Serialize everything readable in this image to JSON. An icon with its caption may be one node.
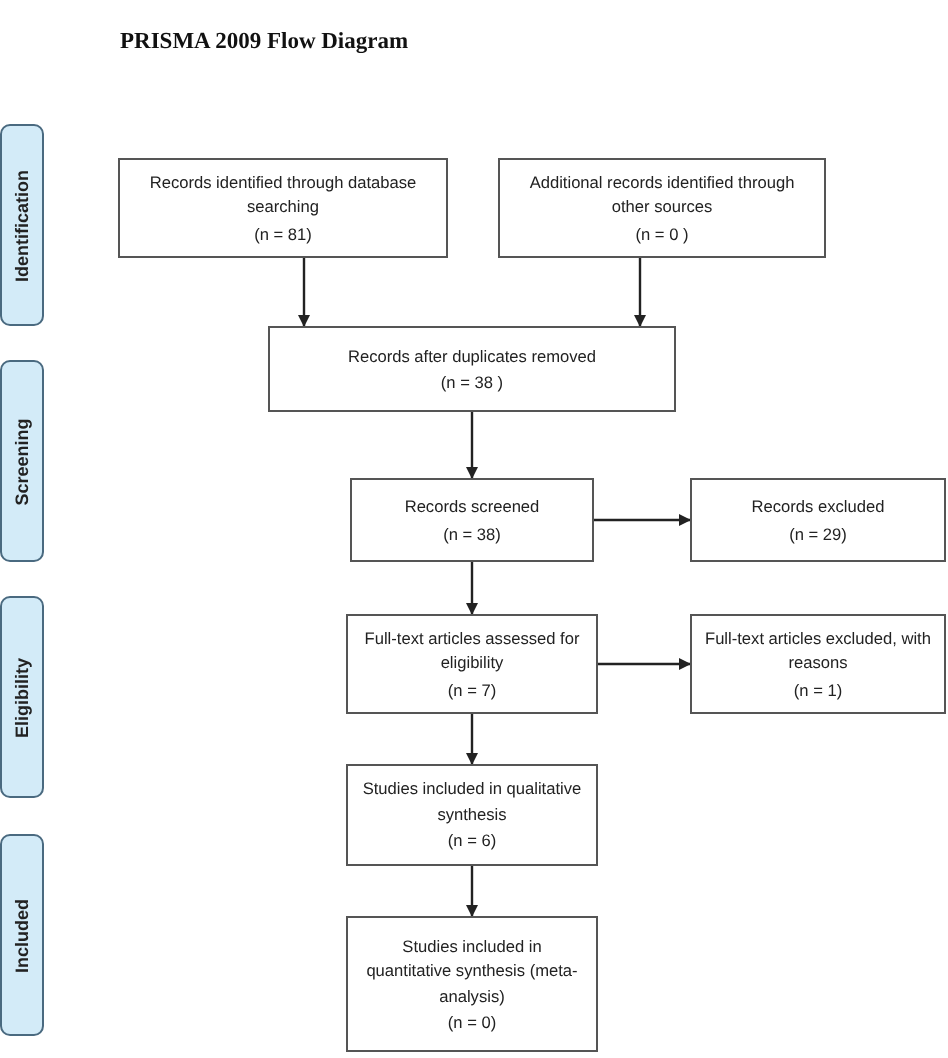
{
  "diagram": {
    "title": "PRISMA 2009 Flow Diagram",
    "nodes": [
      {
        "text": [
          "Identification"
        ]
      },
      {
        "text": [
          "Screening"
        ]
      },
      {
        "text": [
          "Eligibility"
        ]
      },
      {
        "text": [
          "Included"
        ]
      },
      {
        "text": [
          "Records identified through database searching",
          "(n = 81)"
        ]
      },
      {
        "text": [
          "Additional records identified through other sources",
          "(n = 0 )"
        ]
      },
      {
        "text": [
          "Records after duplicates removed",
          "(n = 38 )"
        ]
      },
      {
        "text": [
          "Records screened",
          "(n = 38)"
        ]
      },
      {
        "text": [
          "Records excluded",
          "(n = 29)"
        ]
      },
      {
        "text": [
          "Full-text articles assessed for eligibility",
          "(n = 7)"
        ]
      },
      {
        "text": [
          "Full-text articles excluded, with reasons",
          "(n = 1)"
        ]
      },
      {
        "text": [
          "Studies included in qualitative synthesis",
          "(n = 6)"
        ]
      },
      {
        "text": [
          "Studies included in quantitative synthesis (meta-analysis)",
          "(n = 0)"
        ]
      }
    ],
    "edges": [
      {
        "from": 4,
        "to": 6,
        "arrow": "to"
      },
      {
        "from": 5,
        "to": 6,
        "arrow": "to"
      },
      {
        "from": 6,
        "to": 7,
        "arrow": "to"
      },
      {
        "from": 7,
        "to": 8,
        "arrow": "to"
      },
      {
        "from": 7,
        "to": 9,
        "arrow": "to"
      },
      {
        "from": 9,
        "to": 10,
        "arrow": "to"
      },
      {
        "from": 9,
        "to": 11,
        "arrow": "to"
      },
      {
        "from": 11,
        "to": 12,
        "arrow": "to"
      }
    ]
  }
}
